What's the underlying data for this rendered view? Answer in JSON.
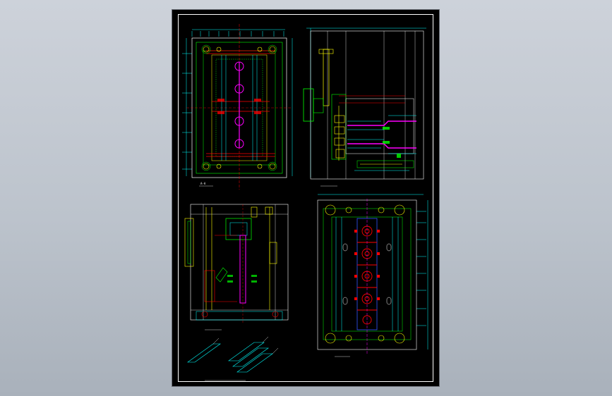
{
  "viewer": {
    "background_color": "#c3c9d1"
  },
  "drawing": {
    "background_color": "#000000",
    "colors": {
      "frame": "#ffffff",
      "outline": "#00ff00",
      "cyan": "#00ffff",
      "yellow": "#ffff00",
      "red": "#ff0000",
      "magenta": "#ff00ff",
      "blue": "#3355ff"
    },
    "views": [
      {
        "name": "top-left-plan-view",
        "caption": "A-A"
      },
      {
        "name": "top-right-section-view",
        "caption": ""
      },
      {
        "name": "bottom-left-section-view",
        "caption": ""
      },
      {
        "name": "bottom-right-plan-view",
        "caption": ""
      },
      {
        "name": "slider-isometric-detail",
        "caption": ""
      }
    ]
  }
}
